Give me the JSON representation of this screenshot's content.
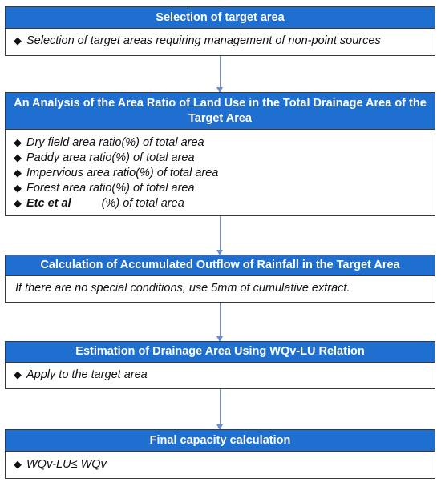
{
  "boxes": [
    {
      "title": "Selection of target area",
      "items": [
        "Selection of target areas requiring management of  non-point sources"
      ]
    },
    {
      "title": "An Analysis of the Area Ratio of Land Use in the Total Drainage Area of the Target Area",
      "items": [
        "Dry field area ratio(%) of total area",
        "Paddy area ratio(%) of total area",
        "Impervious area ratio(%) of total area",
        "Forest area ratio(%) of total area"
      ],
      "etc_bold": "Etc et al",
      "etc_rest": "(%) of total area"
    },
    {
      "title": "Calculation of Accumulated Outflow of Rainfall in the Target Area",
      "text": "If there are no special conditions, use 5mm of cumulative extract."
    },
    {
      "title": "Estimation of Drainage Area Using WQv-LU Relation",
      "items": [
        "Apply to the target area"
      ]
    },
    {
      "title": "Final capacity calculation",
      "items": [
        "WQv-LU≤ WQv"
      ]
    }
  ],
  "bullet": "◆"
}
